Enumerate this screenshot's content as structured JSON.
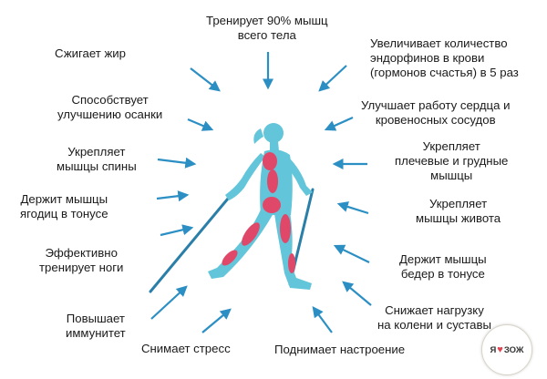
{
  "benefits": {
    "top_center": [
      "Тренирует 90% мышц",
      "всего тела"
    ],
    "burns_fat": "Сжигает жир",
    "posture": [
      "Способствует",
      "улучшению осанки"
    ],
    "back": [
      "Укрепляет",
      "мышцы спины"
    ],
    "glutes": [
      "Держит мышцы",
      "ягодиц в тонусе"
    ],
    "legs": [
      "Эффективно",
      "тренирует ноги"
    ],
    "immunity": [
      "Повышает",
      "иммунитет"
    ],
    "stress": "Снимает стресс",
    "mood": "Поднимает настроение",
    "knees": [
      "Снижает нагрузку",
      "на колени и суставы"
    ],
    "thighs": [
      "Держит мышцы",
      "бедер в тонусе"
    ],
    "abs": [
      "Укрепляет",
      "мышцы живота"
    ],
    "shoulders": [
      "Укрепляет",
      "плечевые и грудные",
      "мышцы"
    ],
    "heart": [
      "Улучшает работу сердца и",
      "кровеносных сосудов"
    ],
    "endorphins": [
      "Увеличивает количество",
      "эндорфинов в крови",
      "(гормонов счастья) в 5 раз"
    ]
  },
  "logo": {
    "left": "Я",
    "right": "ЗОЖ"
  },
  "colors": {
    "arrow": "#2b8fc4",
    "figure": "#62c5d9",
    "muscle": "#e0486a",
    "pole": "#2a7fa8"
  }
}
